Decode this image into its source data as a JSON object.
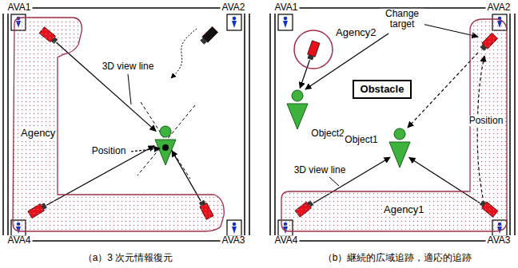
{
  "diagram": {
    "nodes": [
      {
        "text": [
          "Agency"
        ]
      },
      {
        "text": [
          "Agency2"
        ]
      },
      {
        "text": [
          "Obstacle"
        ]
      },
      {
        "text": [
          "Agency1"
        ]
      }
    ],
    "labels": [
      "AVA1",
      "AVA2",
      "3D view line",
      "Position",
      "AVA4",
      "AVA3",
      "（a）3 次元情報復元",
      "AVA1",
      "AVA2",
      "Change target",
      "Object2",
      "Object1",
      "3D view line",
      "Position",
      "AVA4",
      "AVA3",
      "（b）継続的広域追跡，適応的追跡"
    ]
  }
}
